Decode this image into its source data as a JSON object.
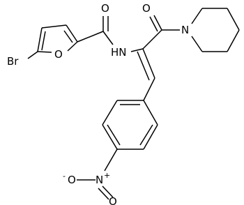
{
  "molecule": {
    "atom_labels": {
      "br": "Br",
      "furan_o": "O",
      "amide_o": "O",
      "ketone_o": "O",
      "nh": "HN",
      "n_pip": "N",
      "n_nitro": "N",
      "nitro_o_left": "O",
      "nitro_o_right": "O"
    },
    "charges": {
      "nitro_n": "+",
      "nitro_o_left": "-"
    }
  }
}
